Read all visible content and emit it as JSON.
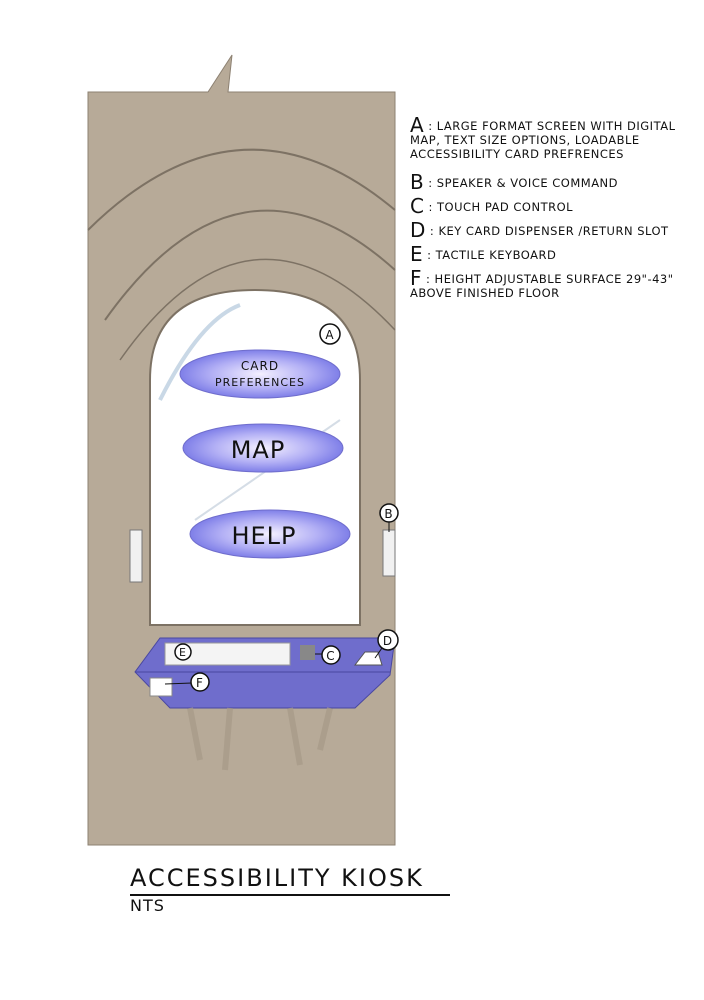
{
  "kiosk": {
    "screen_buttons": [
      {
        "label_line1": "CARD",
        "label_line2": "PREFERENCES"
      },
      {
        "label": "MAP"
      },
      {
        "label": "HELP"
      }
    ],
    "callouts": [
      "A",
      "B",
      "C",
      "D",
      "E",
      "F"
    ],
    "colors": {
      "body": "#b7aa98",
      "console": "#6f6dcc",
      "button": "#8f8ff0",
      "screen": "#ffffff"
    }
  },
  "legend": [
    {
      "key": "A",
      "text": "Large format screen with digital map, text size options, loadable accessibility card prefrences"
    },
    {
      "key": "B",
      "text": "Speaker & voice command"
    },
    {
      "key": "C",
      "text": "Touch pad control"
    },
    {
      "key": "D",
      "text": "Key card dispenser /return slot"
    },
    {
      "key": "E",
      "text": "Tactile keyboard"
    },
    {
      "key": "F",
      "text": "Height adjustable surface 29\"-43\" above finished floor"
    }
  ],
  "title": "ACCESSIBILITY KIOSK",
  "subtitle": "NTS"
}
